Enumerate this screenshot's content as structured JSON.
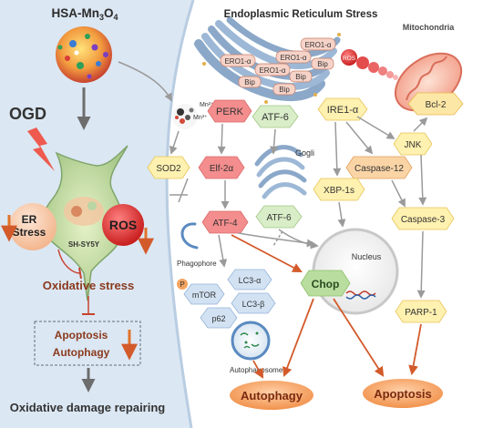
{
  "left_panel": {
    "title": "HSA-Mn",
    "title_sub3": "3",
    "title_O": "O",
    "title_sub4": "4",
    "ogd_label": "OGD",
    "cell_line": "SH-SY5Y",
    "er_stress_line1": "ER",
    "er_stress_line2": "Stress",
    "ros_label": "ROS",
    "oxidative_stress": "Oxidative stress",
    "apoptosis": "Apoptosis",
    "autophagy": "Autophagy",
    "outcome": "Oxidative damage repairing"
  },
  "right_panel": {
    "er_title": "Endoplasmic Reticulum  Stress",
    "mitochondria_title": "Mitochondria",
    "ero1_label": "ERO1-α",
    "bip_label": "Bip",
    "ros_small": "ROS",
    "mn2_label": "Mn²⁺",
    "mn3_label": "Mn³⁺",
    "perk": "PERK",
    "atf6_top": "ATF-6",
    "ire1": "IRE1-α",
    "bcl2": "Bcl-2",
    "jnk": "JNK",
    "sod2": "SOD2",
    "elf2a": "Elf-2α",
    "golgi": "Gogli",
    "caspase12": "Caspase-12",
    "xbp1s": "XBP-1s",
    "caspase3": "Caspase-3",
    "atf4": "ATF-4",
    "atf6_golgi": "ATF-6",
    "phagophore": "Phagophore",
    "lc3a": "LC3-α",
    "lc3b": "LC3-β",
    "p_label": "P",
    "mtor": "mTOR",
    "p62": "p62",
    "nucleus": "Nucleus",
    "chop": "Chop",
    "parp1": "PARP-1",
    "autophagosome": "Autophagosome",
    "autophagy_out": "Autophagy",
    "apoptosis_out": "Apoptosis"
  },
  "colors": {
    "left_bg": "#dbe7f3",
    "hex_red": "#f48d8d",
    "hex_orange": "#fbd4a6",
    "hex_yellow": "#fff1b0",
    "hex_blue": "#d2e2f3",
    "hex_green": "#d9edc8",
    "er_membrane": "#8ba8c9",
    "red_text": "#b8432a",
    "output_orange": "#f4a460",
    "arrow_gray": "#9a9a9a",
    "arrow_red": "#d35a2a"
  }
}
